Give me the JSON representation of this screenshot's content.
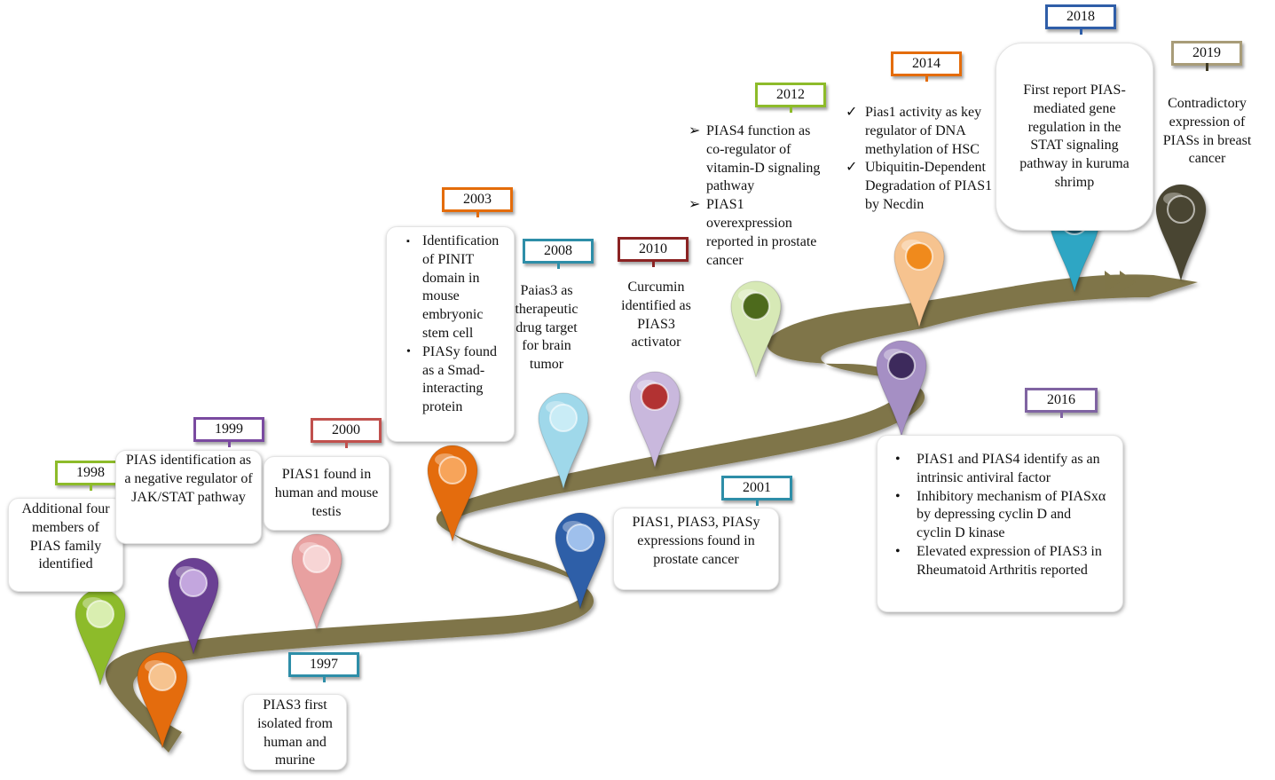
{
  "colors": {
    "road": "#7f7548",
    "green": "#8dbb2a",
    "purple": "#7a4aa0",
    "salmon": "#c0504d",
    "orange": "#e46c0a",
    "teal": "#2e8ea8",
    "darkred": "#8b2323",
    "blue": "#2f5ea8",
    "lightpurple": "#8064a2",
    "olive": "#3f3a24",
    "tan": "#a89c78"
  },
  "events": {
    "e1997": {
      "year": "1997",
      "text": "PIAS3 first isolated from human and murine"
    },
    "e1998": {
      "year": "1998",
      "text": "Additional four members of PIAS family identified"
    },
    "e1999": {
      "year": "1999",
      "text": "PIAS identification as a negative regulator of JAK/STAT pathway"
    },
    "e2000": {
      "year": "2000",
      "text": "PIAS1 found in human and mouse testis"
    },
    "e2001": {
      "year": "2001",
      "text": "PIAS1, PIAS3, PIASy expressions found in prostate cancer"
    },
    "e2003": {
      "year": "2003",
      "bullet": "▪",
      "items": [
        "Identification of PINIT domain in mouse embryonic stem cell",
        "PIASy found as a Smad-interacting protein"
      ]
    },
    "e2008": {
      "year": "2008",
      "text": "Paias3 as therapeutic drug target for brain tumor"
    },
    "e2010": {
      "year": "2010",
      "text": "Curcumin identified as PIAS3 activator"
    },
    "e2012": {
      "year": "2012",
      "bullet": "➢",
      "items": [
        "PIAS4 function as co-regulator of vitamin-D signaling pathway",
        "PIAS1 overexpression reported in prostate cancer"
      ]
    },
    "e2014": {
      "year": "2014",
      "bullet": "✓",
      "items": [
        "Pias1 activity as key regulator of DNA methylation of HSC",
        "Ubiquitin-Dependent Degradation of PIAS1 by Necdin"
      ]
    },
    "e2016": {
      "year": "2016",
      "bullet": "•",
      "items": [
        "PIAS1 and PIAS4 identify as an intrinsic antiviral factor",
        "Inhibitory mechanism of PIASxα by depressing cyclin D and cyclin D kinase",
        "Elevated expression of PIAS3 in Rheumatoid Arthritis reported"
      ]
    },
    "e2018": {
      "year": "2018",
      "text": "First report PIAS-mediated gene regulation in the STAT signaling pathway in kuruma shrimp"
    },
    "e2019": {
      "year": "2019",
      "text": "Contradictory expression of PIASs in breast cancer"
    }
  }
}
